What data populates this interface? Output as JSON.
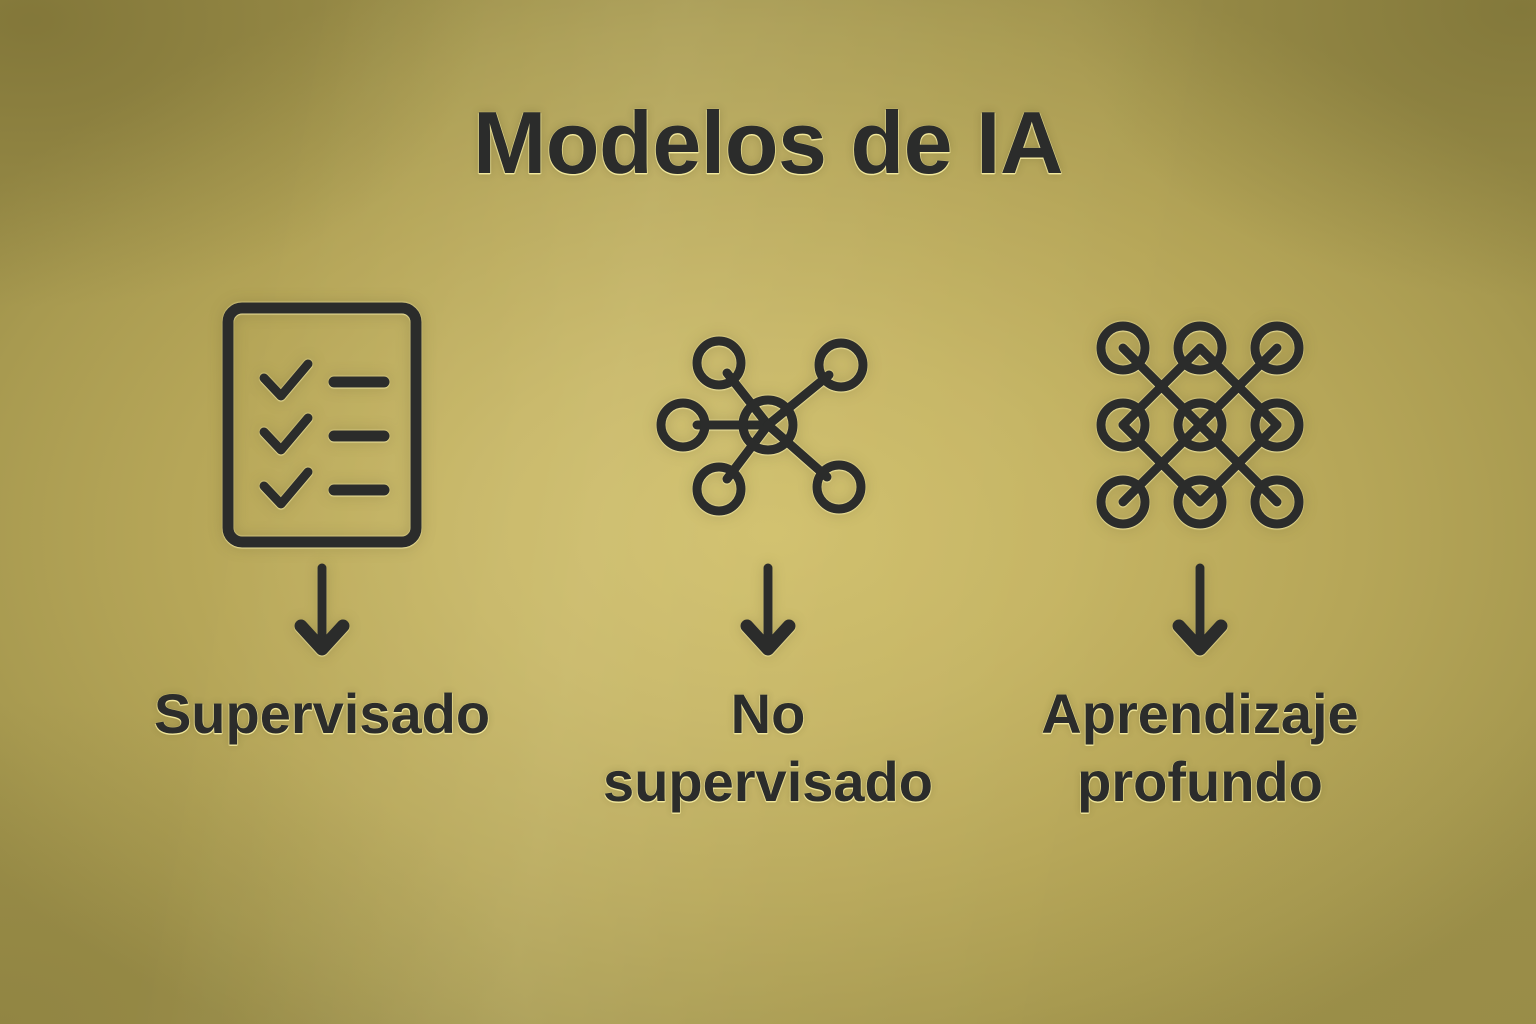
{
  "page": {
    "title": "Modelos de IA",
    "background_color_center": "#c9b866",
    "background_color_edge": "#9c8f49",
    "ink_color": "#2b2c2b",
    "glow_color": "#f6eca0"
  },
  "columns": [
    {
      "icon_name": "checklist-icon",
      "icon_semantic": "clipboard-checklist",
      "arrow_name": "down-arrow-icon",
      "label": "Supervisado"
    },
    {
      "icon_name": "cluster-network-icon",
      "icon_semantic": "hub-and-spoke-cluster",
      "arrow_name": "down-arrow-icon",
      "label": "No\nsupervisado"
    },
    {
      "icon_name": "neural-network-icon",
      "icon_semantic": "three-layer-neural-net",
      "arrow_name": "down-arrow-icon",
      "label": "Aprendizaje\nprofundo"
    }
  ]
}
